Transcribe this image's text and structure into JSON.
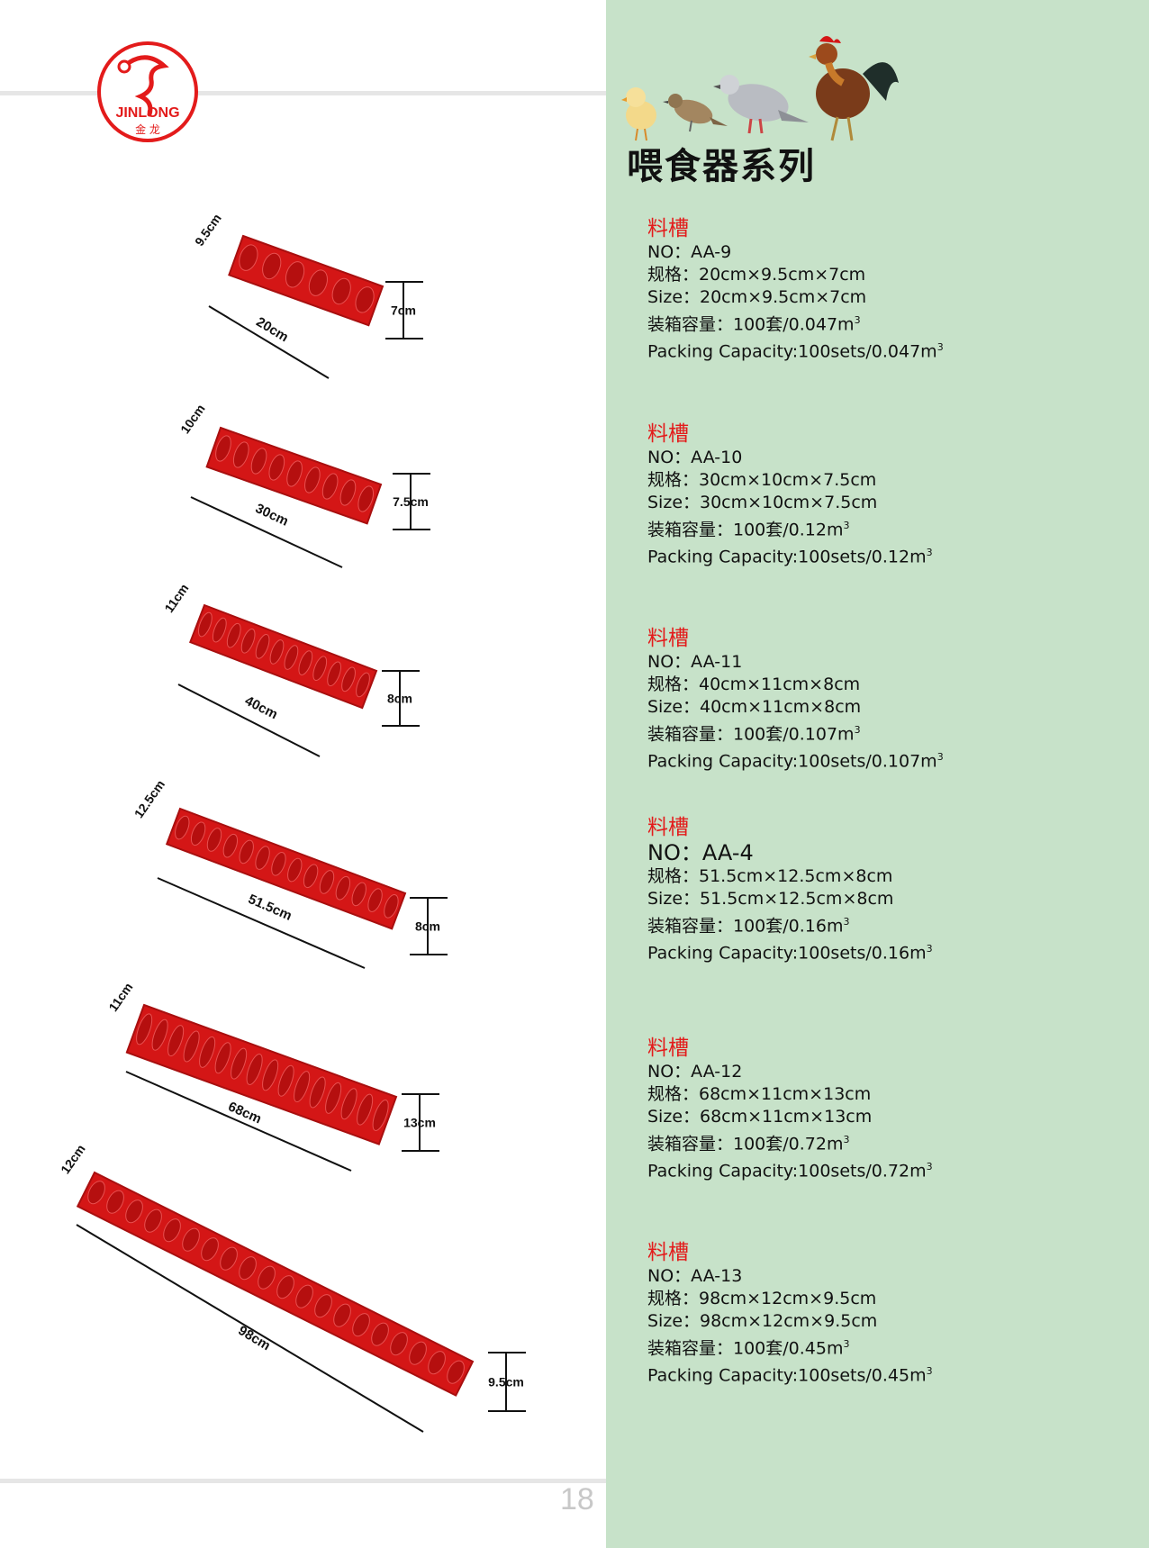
{
  "page_number": "18",
  "logo": {
    "brand": "JINLONG",
    "cn": "金 龙",
    "icon": "dragon-logo-icon"
  },
  "series_title": "喂食器系列",
  "birds_icon": "birds-illustration",
  "products": [
    {
      "name": "料槽",
      "no": "NO：AA-9",
      "spec": "规格：20cm×9.5cm×7cm",
      "size": "Size：20cm×9.5cm×7cm",
      "pack_cn": "装箱容量：100套/0.047m",
      "pack_en": "Packing Capacity:100sets/0.047m",
      "sup": "3"
    },
    {
      "name": "料槽",
      "no": "NO：AA-10",
      "spec": "规格：30cm×10cm×7.5cm",
      "size": "Size：30cm×10cm×7.5cm",
      "pack_cn": "装箱容量：100套/0.12m",
      "pack_en": "Packing Capacity:100sets/0.12m",
      "sup": "3"
    },
    {
      "name": "料槽",
      "no": "NO：AA-11",
      "spec": "规格：40cm×11cm×8cm",
      "size": "Size：40cm×11cm×8cm",
      "pack_cn": "装箱容量：100套/0.107m",
      "pack_en": "Packing Capacity:100sets/0.107m",
      "sup": "3"
    },
    {
      "name": "料槽",
      "no": "NO：AA-4",
      "spec": "规格：51.5cm×12.5cm×8cm",
      "size": "Size：51.5cm×12.5cm×8cm",
      "pack_cn": "装箱容量：100套/0.16m",
      "pack_en": "Packing Capacity:100sets/0.16m",
      "sup": "3"
    },
    {
      "name": "料槽",
      "no": "NO：AA-12",
      "spec": "规格：68cm×11cm×13cm",
      "size": "Size：68cm×11cm×13cm",
      "pack_cn": "装箱容量：100套/0.72m",
      "pack_en": "Packing Capacity:100sets/0.72m",
      "sup": "3"
    },
    {
      "name": "料槽",
      "no": "NO：AA-13",
      "spec": "规格：98cm×12cm×9.5cm",
      "size": "Size：98cm×12cm×9.5cm",
      "pack_cn": "装箱容量：100套/0.45m",
      "pack_en": "Packing Capacity:100sets/0.45m",
      "sup": "3"
    }
  ],
  "feeders": [
    {
      "width_label": "9.5cm",
      "length_label": "20cm",
      "height_label": "7cm",
      "holes": 6
    },
    {
      "width_label": "10cm",
      "length_label": "30cm",
      "height_label": "7.5cm",
      "holes": 9
    },
    {
      "width_label": "11cm",
      "length_label": "40cm",
      "height_label": "8cm",
      "holes": 12
    },
    {
      "width_label": "12.5cm",
      "length_label": "51.5cm",
      "height_label": "8cm",
      "holes": 14
    },
    {
      "width_label": "11cm",
      "length_label": "68cm",
      "height_label": "13cm",
      "holes": 16
    },
    {
      "width_label": "12cm",
      "length_label": "98cm",
      "height_label": "9.5cm",
      "holes": 20
    }
  ],
  "colors": {
    "accent_red": "#e31b1b",
    "feeder_red": "#d41616",
    "panel_green": "#c7e2c9"
  }
}
